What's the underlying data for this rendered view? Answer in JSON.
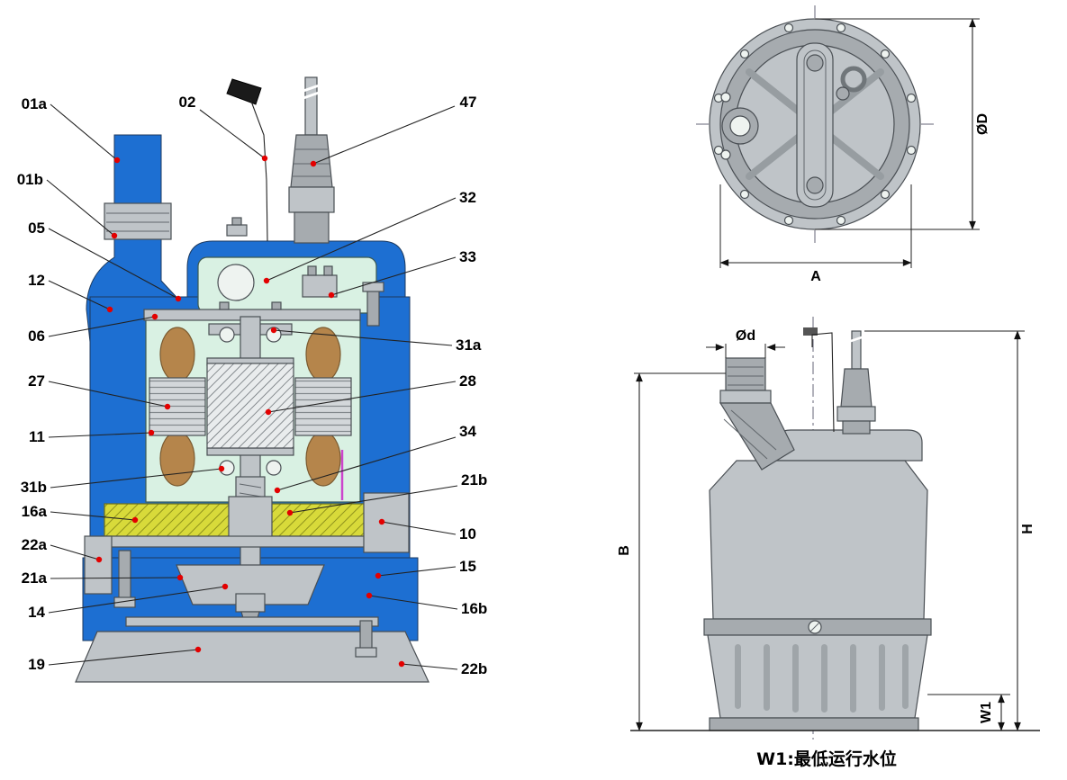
{
  "callouts": [
    {
      "label": "01a"
    },
    {
      "label": "01b"
    },
    {
      "label": "05"
    },
    {
      "label": "12"
    },
    {
      "label": "06"
    },
    {
      "label": "27"
    },
    {
      "label": "11"
    },
    {
      "label": "31b"
    },
    {
      "label": "16a"
    },
    {
      "label": "22a"
    },
    {
      "label": "21a"
    },
    {
      "label": "14"
    },
    {
      "label": "19"
    },
    {
      "label": "02"
    },
    {
      "label": "47"
    },
    {
      "label": "32"
    },
    {
      "label": "33"
    },
    {
      "label": "31a"
    },
    {
      "label": "28"
    },
    {
      "label": "34"
    },
    {
      "label": "21b"
    },
    {
      "label": "10"
    },
    {
      "label": "15"
    },
    {
      "label": "16b"
    },
    {
      "label": "22b"
    }
  ],
  "dimensions": {
    "od": {
      "label": "ØD"
    },
    "a": {
      "label": "A"
    },
    "d": {
      "label": "Ød"
    },
    "b": {
      "label": "B"
    },
    "h": {
      "label": "H"
    },
    "w1": {
      "label": "W1"
    }
  },
  "note": {
    "w1_text": "W1:最低运行水位"
  },
  "colors": {
    "body-blue": "#1d6fd2",
    "chamber-mint": "#d9f1e3",
    "winding-brown": "#b5854b",
    "oil-yellow": "#d8da3a",
    "metal-gray": "#bfc4c8",
    "metal-dark": "#a6abaf",
    "callout-dot": "#e30000"
  }
}
